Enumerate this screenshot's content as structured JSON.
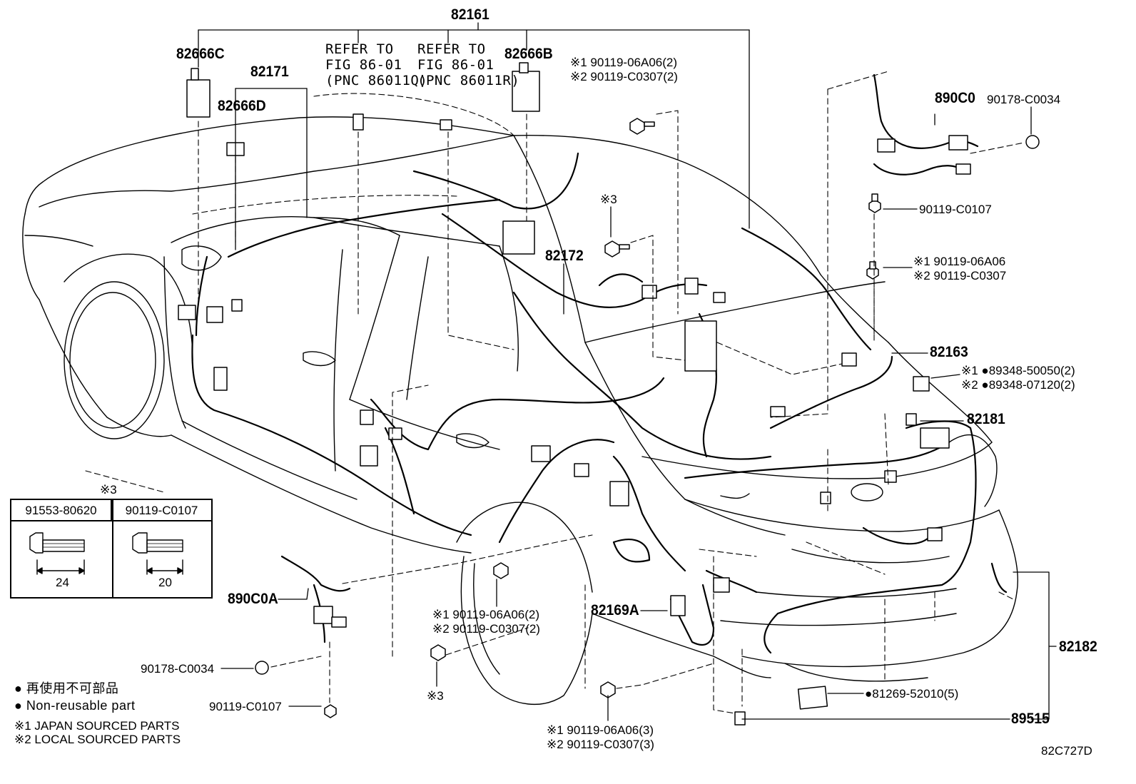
{
  "diagram": {
    "code": "82C727D",
    "labels": {
      "p82161": "82161",
      "p82666C": "82666C",
      "p82171": "82171",
      "p82666D": "82666D",
      "refer1": [
        "REFER TO",
        "FIG 86-01",
        "(PNC 86011Q)"
      ],
      "refer2": [
        "REFER TO",
        "FIG 86-01",
        "(PNC 86011R)"
      ],
      "p82666B": "82666B",
      "bolt_top": [
        "※1 90119-06A06(2)",
        "※2 90119-C0307(2)"
      ],
      "p890C0": "890C0",
      "p90178_top": "90178-C0034",
      "p90119_c0107_top": "90119-C0107",
      "bolt_right": [
        "※1 90119-06A06",
        "※2 90119-C0307"
      ],
      "note3_mid": "※3",
      "p82172": "82172",
      "p82163": "82163",
      "clip_right": [
        "※1 ●89348-50050(2)",
        "※2 ●89348-07120(2)"
      ],
      "p82181": "82181",
      "p890C0A": "890C0A",
      "bolt_lower": [
        "※1 90119-06A06(2)",
        "※2 90119-C0307(2)"
      ],
      "p82169A": "82169A",
      "p82182": "82182",
      "p90178_low": "90178-C0034",
      "note3_low": "※3",
      "p81269": "●81269-52010(5)",
      "p89515": "89515",
      "p90119_c0107_low": "90119-C0107",
      "bolt_bottom": [
        "※1 90119-06A06(3)",
        "※2 90119-C0307(3)"
      ]
    },
    "table": {
      "note": "※3",
      "col1": "91553-80620",
      "col2": "90119-C0107",
      "dim1": "24",
      "dim2": "20"
    },
    "legend": [
      "● 再使用不可部品",
      "● Non-reusable part",
      "※1 JAPAN SOURCED PARTS",
      "※2 LOCAL SOURCED PARTS"
    ]
  }
}
